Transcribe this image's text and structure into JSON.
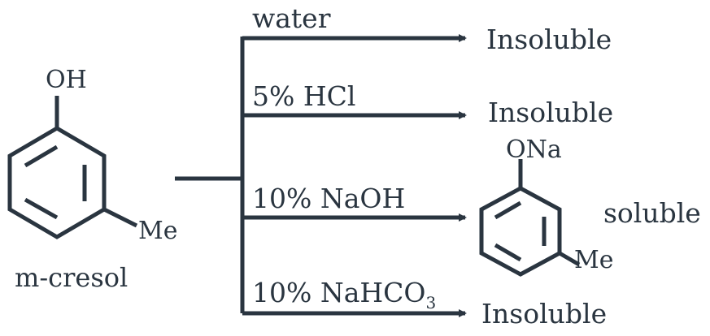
{
  "reactant": {
    "name": "m-cresol",
    "top_group": "OH",
    "side_group": "Me"
  },
  "branches": [
    {
      "reagent": "water",
      "result": "Insoluble"
    },
    {
      "reagent": "5% HCl",
      "result": "Insoluble"
    },
    {
      "reagent": "10% NaOH",
      "product_top_group": "ONa",
      "product_side_group": "Me",
      "result": "soluble"
    },
    {
      "reagent_main": "10% NaHCO",
      "reagent_sub": "3",
      "result": "Insoluble"
    }
  ],
  "colors": {
    "ink": "#2a3540"
  }
}
